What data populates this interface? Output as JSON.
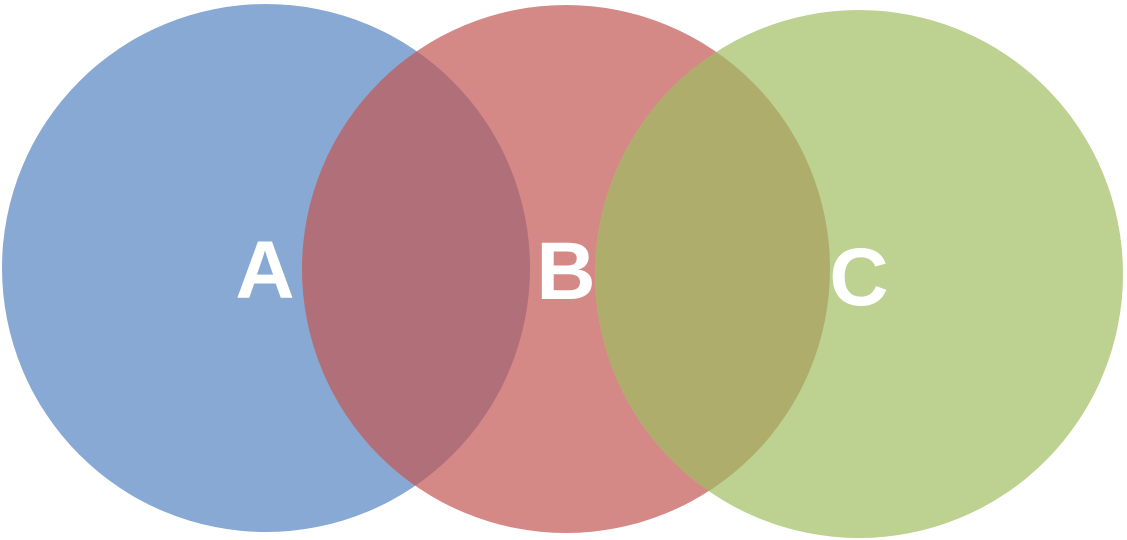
{
  "diagram": {
    "type": "venn",
    "sets": [
      {
        "label": "A",
        "color": "#88a9d3"
      },
      {
        "label": "B",
        "color": "#d48987"
      },
      {
        "label": "C",
        "color": "#bdd190"
      }
    ],
    "overlaps": [
      {
        "sets": [
          "A",
          "B"
        ],
        "color": "#b06f79"
      },
      {
        "sets": [
          "B",
          "C"
        ],
        "color": "#aead6b"
      }
    ]
  }
}
